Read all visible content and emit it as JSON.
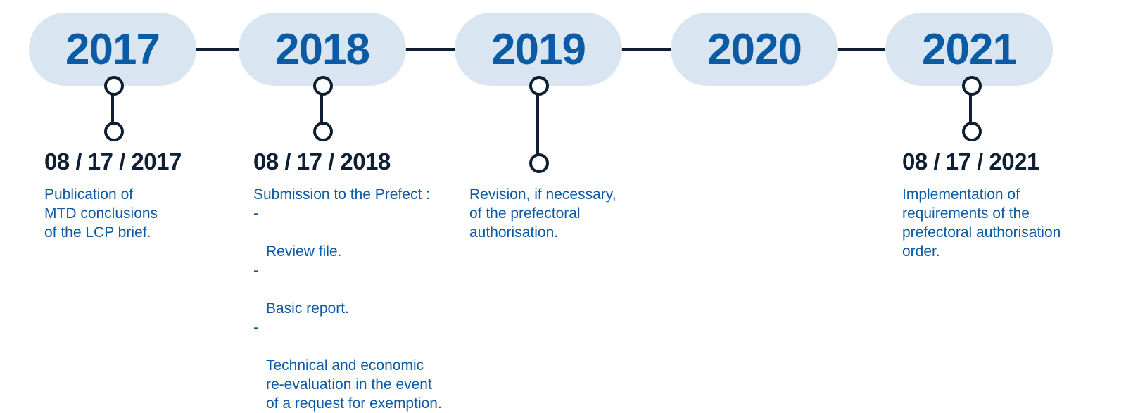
{
  "timeline": {
    "years": [
      "2017",
      "2018",
      "2019",
      "2020",
      "2021"
    ],
    "milestones": {
      "2017": {
        "date": "08 / 17 / 2017",
        "text": "Publication of\nMTD conclusions\nof the LCP brief."
      },
      "2018": {
        "date": "08 / 17 / 2018",
        "text": "Submission to the Prefect :",
        "bullet_marker": "-",
        "items": [
          "Review file.",
          "Basic report.",
          "Technical and economic\nre-evaluation in the event\nof a request for exemption."
        ]
      },
      "2019": {
        "text": "Revision, if necessary,\nof the prefectoral\nauthorisation."
      },
      "2021": {
        "date": "08 / 17 / 2021",
        "text": "Implementation of\nrequirements of the\nprefectoral authorisation\norder."
      }
    }
  },
  "colors": {
    "pill_fill": "#d9e6f2",
    "year_text": "#0a5aa5",
    "line": "#0f1f33",
    "description_text": "#0a5aa5",
    "date_text": "#0f1f33"
  }
}
